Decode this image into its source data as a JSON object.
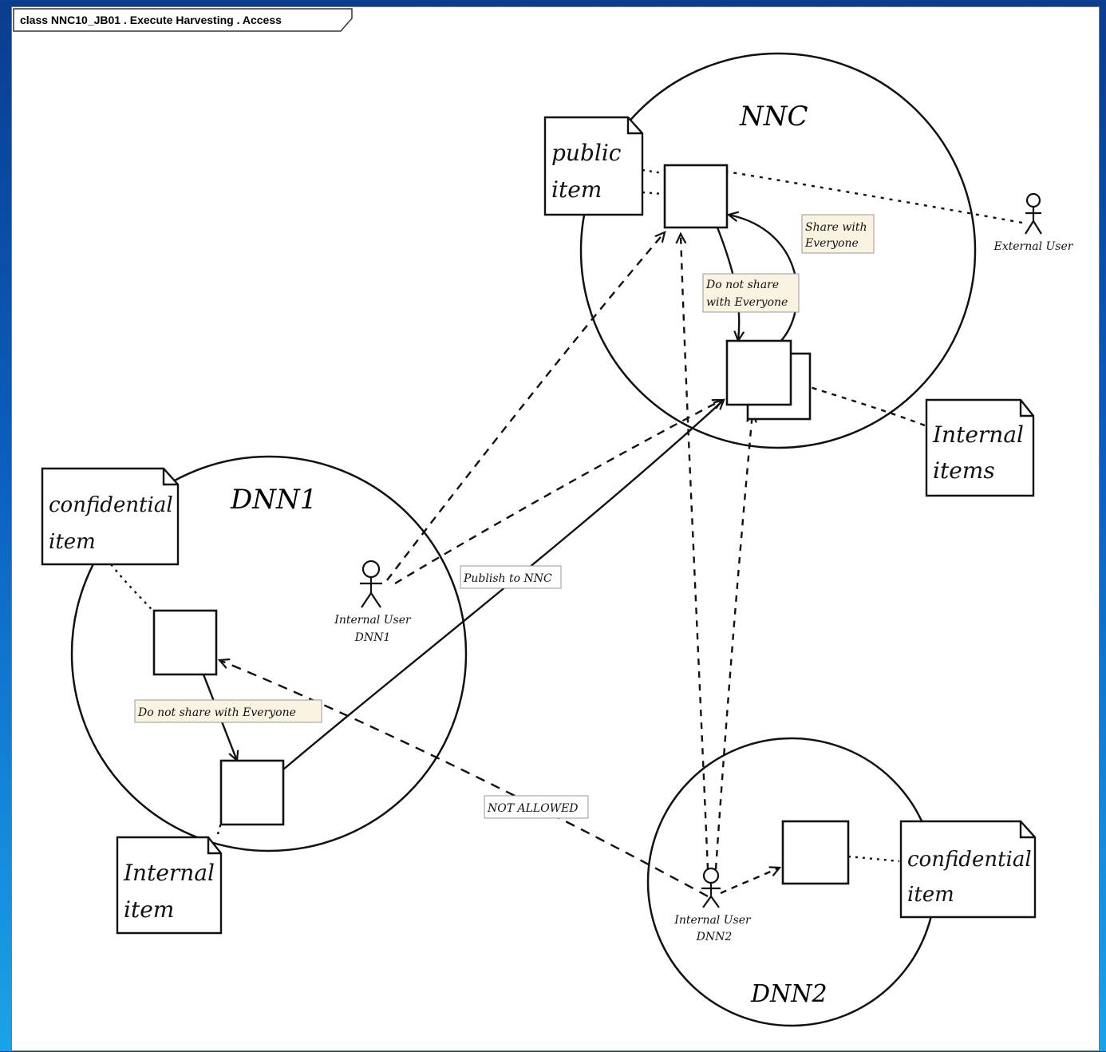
{
  "frame": {
    "title": "class NNC10_JB01 . Execute Harvesting . Access"
  },
  "nodes": {
    "nnc": "NNC",
    "dnn1": "DNN1",
    "dnn2": "DNN2"
  },
  "notes": {
    "public_item": [
      "public",
      "item"
    ],
    "internal_items_nnc": [
      "Internal",
      "items"
    ],
    "confidential_dnn1": [
      "confidential",
      "item"
    ],
    "internal_dnn1": [
      "Internal",
      "item"
    ],
    "confidential_dnn2": [
      "confidential",
      "item"
    ]
  },
  "actors": {
    "external": [
      "External User"
    ],
    "internal_dnn1": [
      "Internal User",
      "DNN1"
    ],
    "internal_dnn2": [
      "Internal User",
      "DNN2"
    ]
  },
  "labels": {
    "share_with_everyone": [
      "Share with",
      "Everyone"
    ],
    "do_not_share_nnc": [
      "Do not share",
      "with Everyone"
    ],
    "publish_to_nnc": "Publish to NNC",
    "do_not_share_dnn1": "Do not share with Everyone",
    "not_allowed": "NOT ALLOWED"
  },
  "colors": {
    "label_bg": "#fbf3e2",
    "ink": "#111111"
  }
}
